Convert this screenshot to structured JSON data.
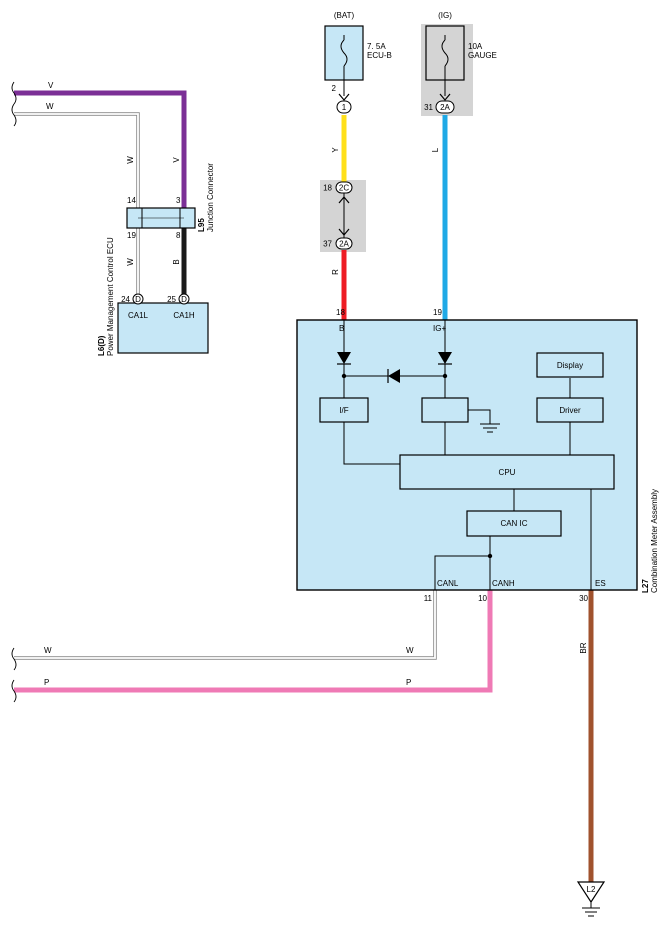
{
  "fuses": {
    "bat": {
      "source": "(BAT)",
      "rating": "7. 5A",
      "name": "ECU-B"
    },
    "ig": {
      "source": "(IG)",
      "rating": "10A",
      "name": "GAUGE"
    }
  },
  "wire_colors": {
    "Y": "#ffe01a",
    "R": "#ee1c24",
    "L": "#1fa9e6",
    "V": "#7b2f96",
    "B": "#1a1a1a",
    "P": "#ef7ab5",
    "BR": "#a0522d",
    "W": "#ffffff"
  },
  "colors": {
    "component_fill": "#c6e7f6",
    "connector_shade": "#d4d4d4"
  },
  "wire_codes": {
    "bat_upper": "Y",
    "bat_lower": "R",
    "ig": "L",
    "v": "V",
    "w_top": "W",
    "w_junction_upper": "W",
    "w_junction_lower": "W",
    "b_junction": "B",
    "w_can": "W",
    "w_can_right": "W",
    "p_can": "P",
    "p_can_right": "P",
    "br": "BR"
  },
  "connectors": {
    "bat_fuse_pin": "2",
    "bat_1_code": "1",
    "ig_pin": "31",
    "ig_code": "2A",
    "c2c_pin": "18",
    "c2c_code": "2C",
    "c2a_pin": "37",
    "c2a_code": "2A"
  },
  "junction": {
    "code": "L95",
    "name": "Junction Connector",
    "pin_14": "14",
    "pin_3": "3",
    "pin_19": "19",
    "pin_8": "8"
  },
  "ecu": {
    "code": "L6(D)",
    "name": "Power Management Control ECU",
    "pin_24": "24",
    "pin_25": "25",
    "connector": "D",
    "label_ca1l": "CA1L",
    "label_ca1h": "CA1H"
  },
  "meter": {
    "code": "L27",
    "name": "Combination Meter Assembly",
    "pin_b_num": "18",
    "pin_b": "B",
    "pin_ig_num": "19",
    "pin_ig": "IG+",
    "pin_canl_num": "11",
    "pin_canl": "CANL",
    "pin_canh_num": "10",
    "pin_canh": "CANH",
    "pin_es_num": "30",
    "pin_es": "ES",
    "blocks": {
      "display": "Display",
      "driver": "Driver",
      "if": "I/F",
      "cpu": "CPU",
      "can_ic": "CAN IC"
    }
  },
  "ground": {
    "code": "L2"
  }
}
